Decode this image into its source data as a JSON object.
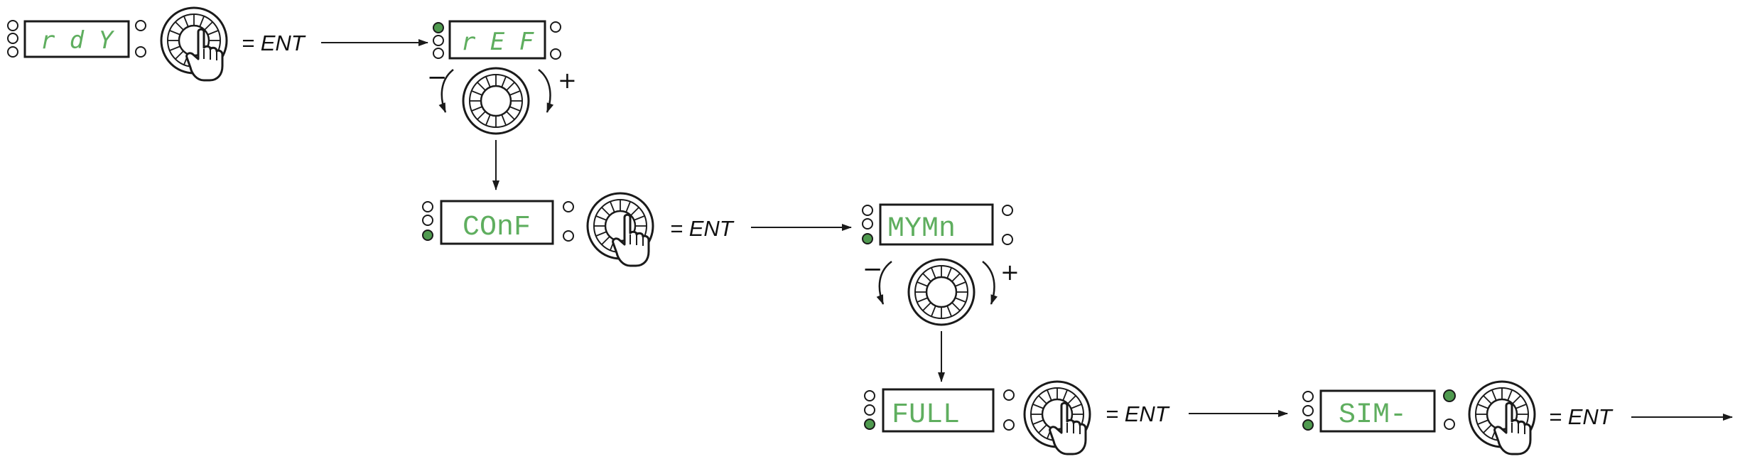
{
  "colors": {
    "line": "#1a1a1a",
    "led_on": "#4f9a4f",
    "display_text": "#5fae5f",
    "box_fill": "#ffffff"
  },
  "icons": {
    "jog_dial_press": "jog-dial-press-icon",
    "jog_dial_rotate": "jog-dial-rotate-icon",
    "led": "led-indicator-icon",
    "arrow": "arrow-icon"
  },
  "displays": {
    "rdy": "r d Y",
    "ref": "r E F",
    "conf": "COnF",
    "mymn": "MYMn",
    "full": "FULL",
    "sim": "SIM-"
  },
  "labels": {
    "ent1": "= ENT",
    "ent2": "= ENT",
    "ent3": "= ENT",
    "ent4": "= ENT",
    "minus1": "−",
    "plus1": "+",
    "minus2": "−",
    "plus2": "+"
  }
}
